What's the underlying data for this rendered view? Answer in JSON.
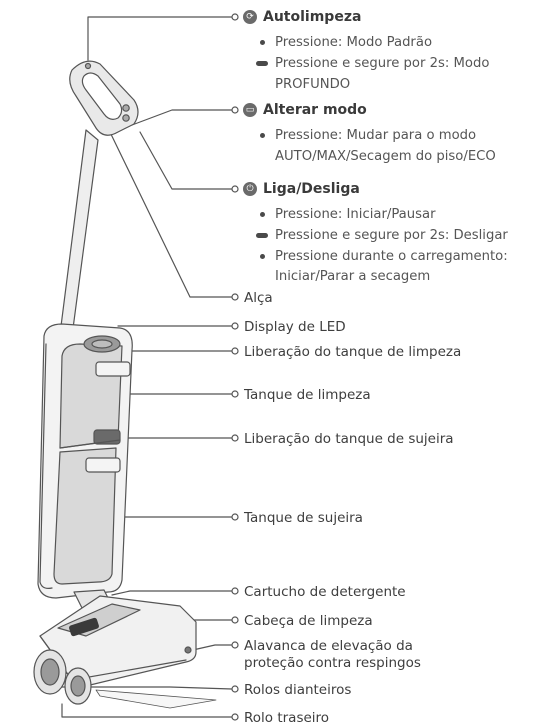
{
  "callouts": {
    "autolimpeza": {
      "title": "Autolimpeza",
      "items": [
        {
          "bullet": "dot",
          "text": "Pressione: Modo Padrão"
        },
        {
          "bullet": "dash",
          "text": "Pressione e segure por 2s: Modo"
        },
        {
          "bullet": "none",
          "text": "PROFUNDO"
        }
      ],
      "icon": "self-clean-icon"
    },
    "alterar_modo": {
      "title": "Alterar modo",
      "items": [
        {
          "bullet": "dot",
          "text": "Pressione: Mudar para o modo"
        },
        {
          "bullet": "none",
          "text": "AUTO/MAX/Secagem do piso/ECO"
        }
      ],
      "icon": "mode-switch-icon"
    },
    "liga_desliga": {
      "title": "Liga/Desliga",
      "items": [
        {
          "bullet": "dot",
          "text": "Pressione: Iniciar/Pausar"
        },
        {
          "bullet": "dash",
          "text": "Pressione e segure por 2s: Desligar"
        },
        {
          "bullet": "dot",
          "text": "Pressione durante o carregamento:"
        },
        {
          "bullet": "none",
          "text": "Iniciar/Parar a secagem"
        }
      ],
      "icon": "power-icon"
    }
  },
  "labels": {
    "alca": "Alça",
    "display": "Display de LED",
    "lib_limpeza": "Liberação do tanque de limpeza",
    "tanque_limpeza": "Tanque de limpeza",
    "lib_sujeira": "Liberação do tanque de sujeira",
    "tanque_sujeira": "Tanque de sujeira",
    "cartucho": "Cartucho de detergente",
    "cabeca": "Cabeça de limpeza",
    "alavanca_1": "Alavanca de elevação da",
    "alavanca_2": "proteção contra respingos",
    "rolos_dianteiros": "Rolos dianteiros",
    "rolo_traseiro": "Rolo traseiro"
  },
  "colors": {
    "line": "#555555",
    "body_fill": "#f3f3f3",
    "tank_fill": "#d9d9d9",
    "dark": "#3a3a3a"
  }
}
